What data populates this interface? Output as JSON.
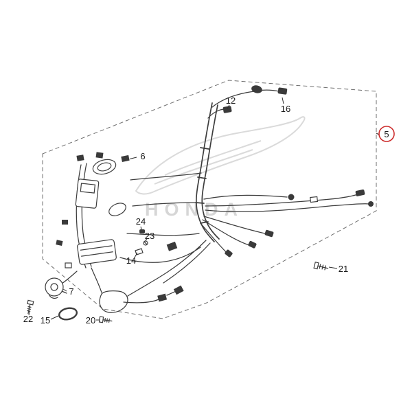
{
  "diagram": {
    "watermark_text": "HONDA",
    "selected_callout": "5",
    "callouts": {
      "c5": "5",
      "c6": "6",
      "c7": "7",
      "c12": "12",
      "c14": "14",
      "c15": "15",
      "c16": "16",
      "c20": "20",
      "c21": "21",
      "c22": "22",
      "c23": "23",
      "c24": "24"
    },
    "colors": {
      "highlight": "#cc2a2a",
      "line": "#3d3d3d",
      "watermark": "#d6d6d6"
    }
  }
}
